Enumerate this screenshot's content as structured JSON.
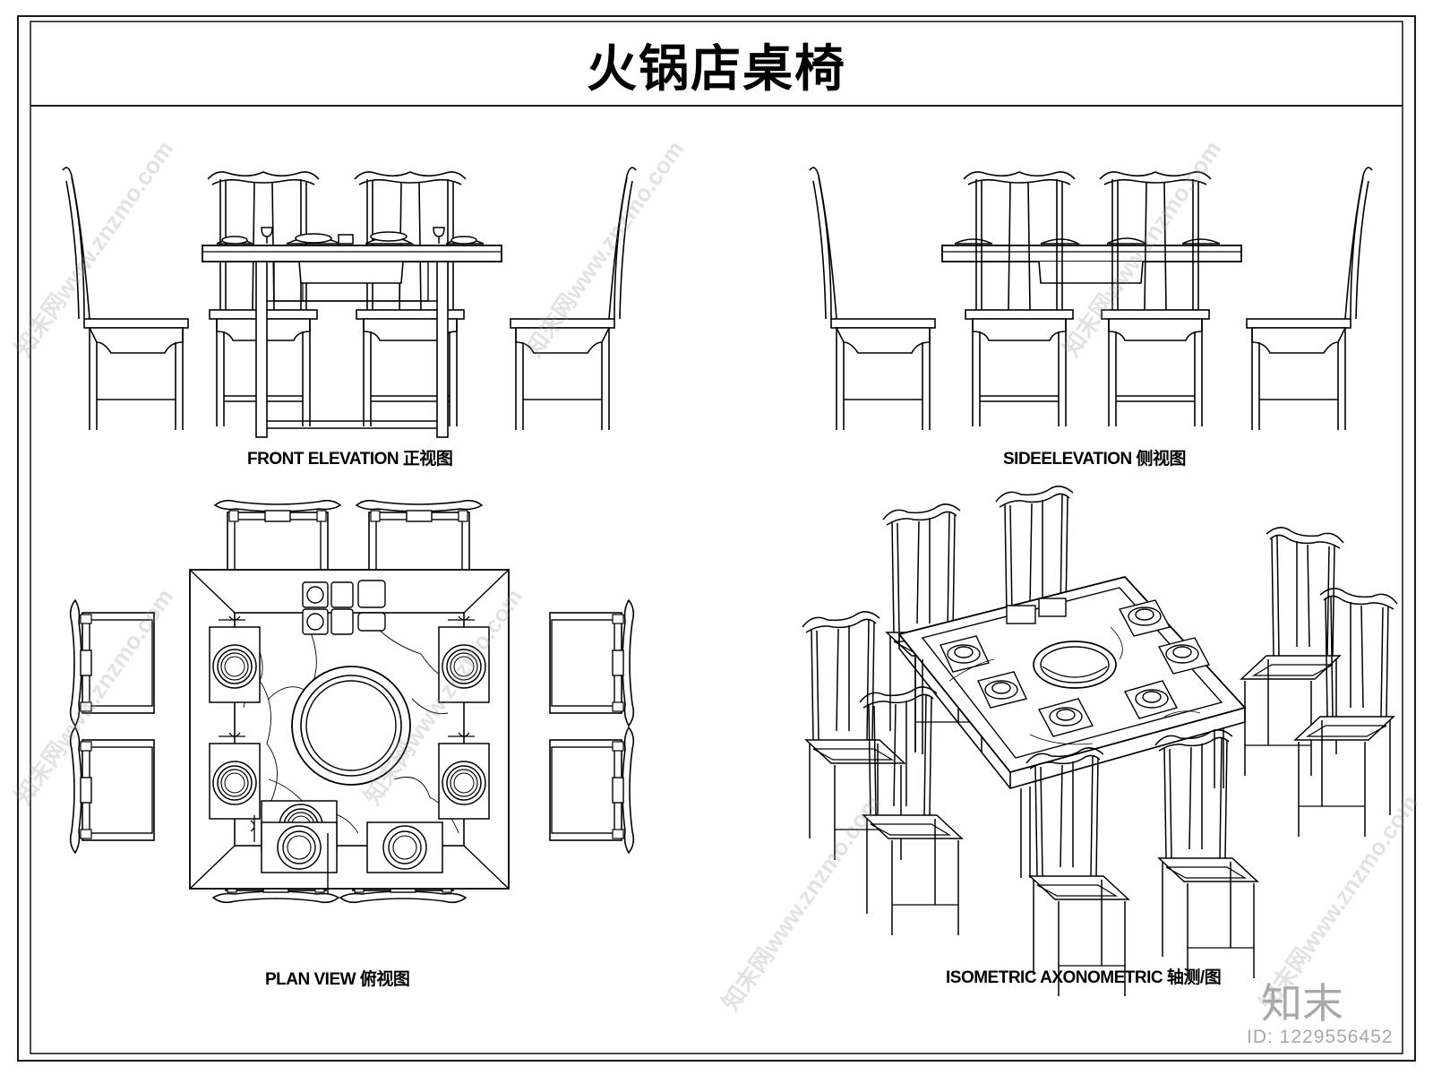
{
  "title": "火锅店桌椅",
  "views": {
    "front": "FRONT ELEVATION 正视图",
    "side": "SIDEELEVATION 侧视图",
    "plan": "PLAN VIEW 俯视图",
    "iso": "ISOMETRIC AXONOMETRIC 轴测/图"
  },
  "branding": {
    "logo_text": "知末",
    "id_label": "ID: 1229556452",
    "watermark": "知末网www.znzmo.com"
  },
  "colors": {
    "line": "#000000",
    "background": "#ffffff",
    "watermark": "#a8a8a8"
  }
}
